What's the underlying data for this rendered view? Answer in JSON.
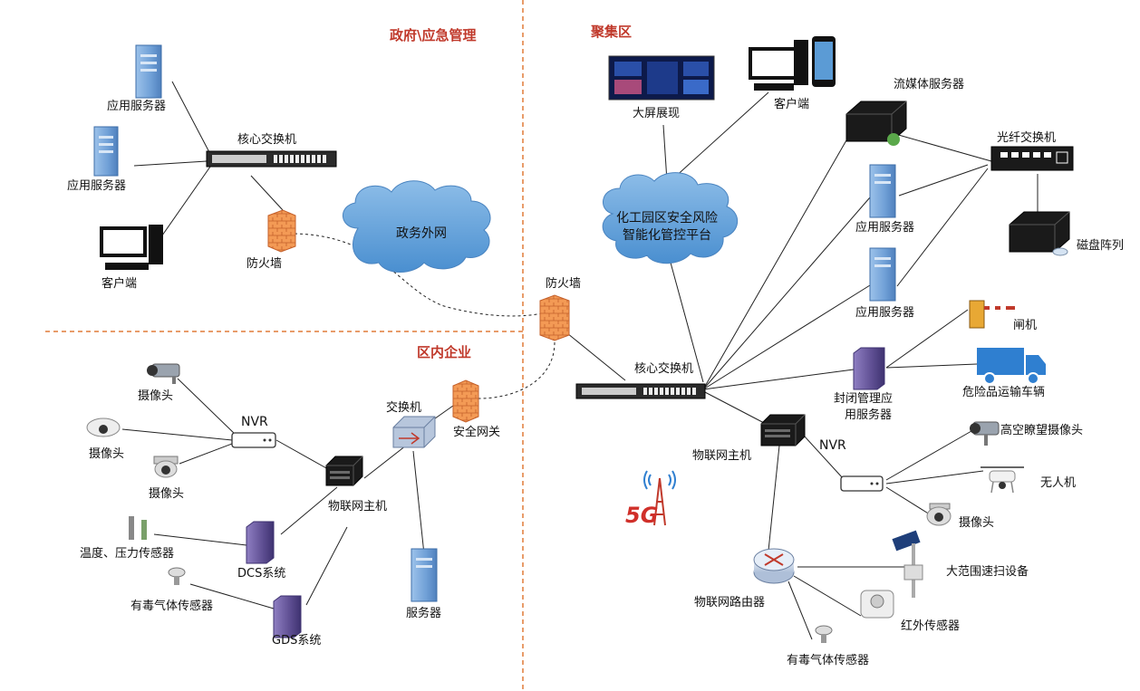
{
  "zones": {
    "government": "政府\\应急管理",
    "cluster": "聚集区",
    "enterprise": "区内企业"
  },
  "government": {
    "app_server_1": "应用服务器",
    "app_server_2": "应用服务器",
    "client": "客户端",
    "core_switch": "核心交换机",
    "firewall": "防火墙",
    "gov_network": "政务外网"
  },
  "center": {
    "firewall": "防火墙",
    "security_gateway": "安全网关",
    "switch": "交换机"
  },
  "cluster": {
    "big_screen": "大屏展现",
    "client": "客户端",
    "platform_line1": "化工园区安全风险",
    "platform_line2": "智能化管控平台",
    "media_server": "流媒体服务器",
    "fiber_switch": "光纤交换机",
    "app_server_1": "应用服务器",
    "app_server_2": "应用服务器",
    "disk_array": "磁盘阵列",
    "gate": "闸机",
    "hazmat_vehicle": "危险品运输车辆",
    "closed_mgmt_line1": "封闭管理应",
    "closed_mgmt_line2": "用服务器",
    "core_switch": "核心交换机",
    "iot_host": "物联网主机",
    "nvr": "NVR",
    "high_camera": "高空瞭望摄像头",
    "drone": "无人机",
    "camera": "摄像头",
    "five_g": "5G",
    "iot_router": "物联网路由器",
    "scanner": "大范围速扫设备",
    "infrared": "红外传感器",
    "toxic_gas": "有毒气体传感器"
  },
  "enterprise": {
    "camera_1": "摄像头",
    "camera_2": "摄像头",
    "camera_3": "摄像头",
    "nvr": "NVR",
    "iot_host": "物联网主机",
    "temp_pressure": "温度、压力传感器",
    "dcs": "DCS系统",
    "toxic_gas": "有毒气体传感器",
    "gds": "GDS系统",
    "server": "服务器"
  },
  "colors": {
    "zone_title": "#c0392b",
    "divider": "#e07b39",
    "cloud": "#5b9bd5",
    "server_blue": "#7ba7d9",
    "firewall": "#f08a3c",
    "host_purple": "#6a5a9e"
  }
}
